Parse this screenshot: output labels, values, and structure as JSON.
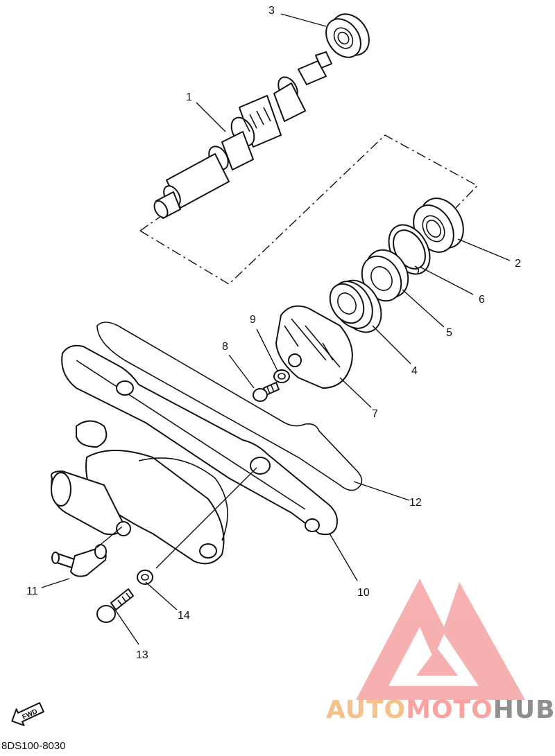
{
  "diagram": {
    "callouts": [
      "1",
      "2",
      "3",
      "4",
      "5",
      "6",
      "7",
      "8",
      "9",
      "10",
      "11",
      "12",
      "13",
      "14"
    ],
    "fwd_label": "FWD",
    "part_code": "8DS100-8030"
  },
  "watermark": {
    "part1": "AUTO",
    "part2": "MOTO",
    "part3": "HUB",
    "colors": {
      "auto": "#f6c08a",
      "moto": "#f9a2a0",
      "hub": "#8f8f8f",
      "logo": "#f59090"
    }
  }
}
